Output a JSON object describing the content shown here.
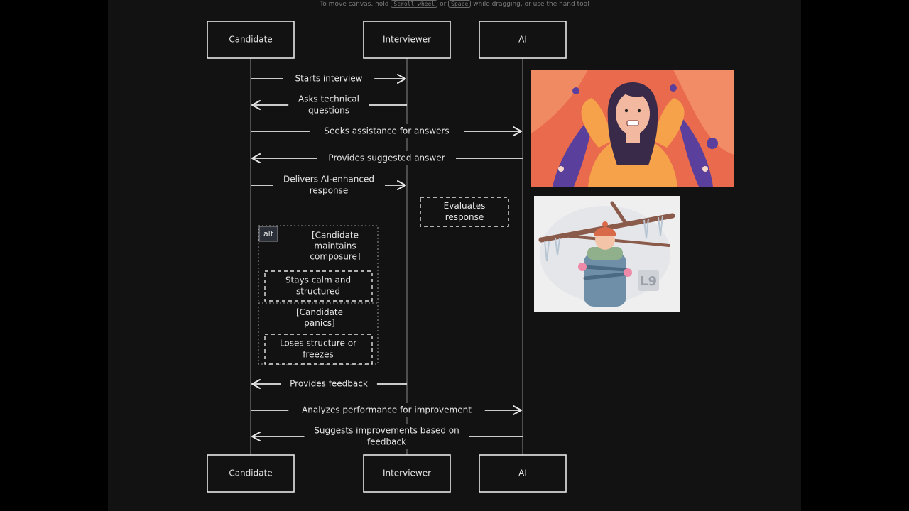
{
  "hint": {
    "prefix": "To move canvas, hold",
    "key1": "Scroll wheel",
    "mid": "or",
    "key2": "Space",
    "suffix": "while dragging, or use the hand tool"
  },
  "participants": [
    "Candidate",
    "Interviewer",
    "AI"
  ],
  "messages": [
    {
      "from": 0,
      "to": 1,
      "lines": [
        "Starts interview"
      ]
    },
    {
      "from": 1,
      "to": 0,
      "lines": [
        "Asks technical",
        "questions"
      ]
    },
    {
      "from": 0,
      "to": 2,
      "lines": [
        "Seeks assistance for answers"
      ]
    },
    {
      "from": 2,
      "to": 0,
      "lines": [
        "Provides suggested answer"
      ]
    },
    {
      "from": 0,
      "to": 1,
      "lines": [
        "Delivers AI-enhanced",
        "response"
      ]
    },
    {
      "from": 1,
      "to": 0,
      "lines": [
        "Provides feedback"
      ]
    },
    {
      "from": 0,
      "to": 2,
      "lines": [
        "Analyzes performance for improvement"
      ]
    },
    {
      "from": 2,
      "to": 0,
      "lines": [
        "Suggests improvements based on",
        "feedback"
      ]
    }
  ],
  "note": {
    "lines": [
      "Evaluates",
      "response"
    ]
  },
  "alt": {
    "label": "alt",
    "guard1": [
      "[Candidate",
      "maintains",
      "composure]"
    ],
    "box1": [
      "Stays calm and",
      "structured"
    ],
    "guard2": [
      "[Candidate",
      "panics]"
    ],
    "box2": [
      "Loses structure or",
      "freezes"
    ]
  },
  "colors": {
    "canvas": "#121212",
    "stroke": "#e6e6e6",
    "illustration_bg": "#ea6a4d",
    "illustration2_bg": "#efefef"
  }
}
